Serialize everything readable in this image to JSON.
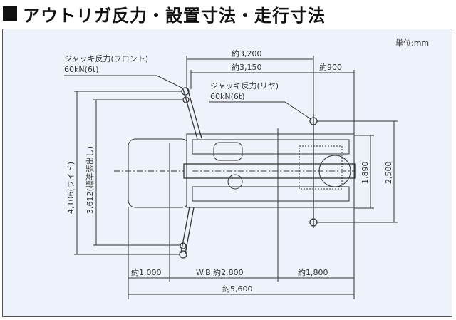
{
  "title": "アウトリガ反力・設置寸法・走行寸法",
  "unit": "単位:mm",
  "jack_front": {
    "label": "ジャッキ反力(フロント)",
    "value": "60kN(6t)"
  },
  "jack_rear": {
    "label": "ジャッキ反力(リヤ)",
    "value": "60kN(6t)"
  },
  "dims": {
    "top_overall": "約3,200",
    "top_jack_span": "約3,150",
    "top_rear": "約900",
    "width_full": "4,106(ワイド)",
    "width_standard": "3,612(標準張出し)",
    "rear_width_inner": "1,890",
    "rear_width_outer": "2,500",
    "front_overhang": "約1,000",
    "wheelbase": "W.B.約2,800",
    "rear_overhang": "約1,800",
    "overall_length": "約5,600"
  },
  "colors": {
    "background": "#eef2fa",
    "line": "#333333"
  }
}
